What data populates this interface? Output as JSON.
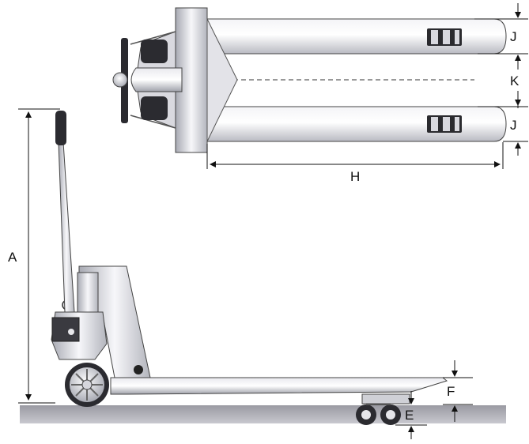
{
  "labels": {
    "A": "A",
    "E": "E",
    "F": "F",
    "H": "H",
    "J_top": "J",
    "J_bottom": "J",
    "K": "K"
  }
}
